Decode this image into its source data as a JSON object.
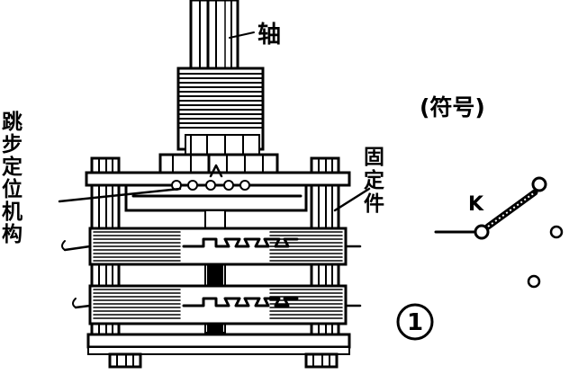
{
  "labels": {
    "shaft": "轴",
    "detent": [
      "跳",
      "步",
      "定",
      "位",
      "机",
      "构"
    ],
    "fixing": [
      "固",
      "定",
      "件"
    ],
    "symbol": "(符号)",
    "switch_k": "K",
    "figure_number": "1"
  },
  "colors": {
    "ink": "#000000",
    "paper": "#ffffff"
  },
  "icons": {
    "figure_number": "circled-number",
    "contact": "open-circle"
  }
}
